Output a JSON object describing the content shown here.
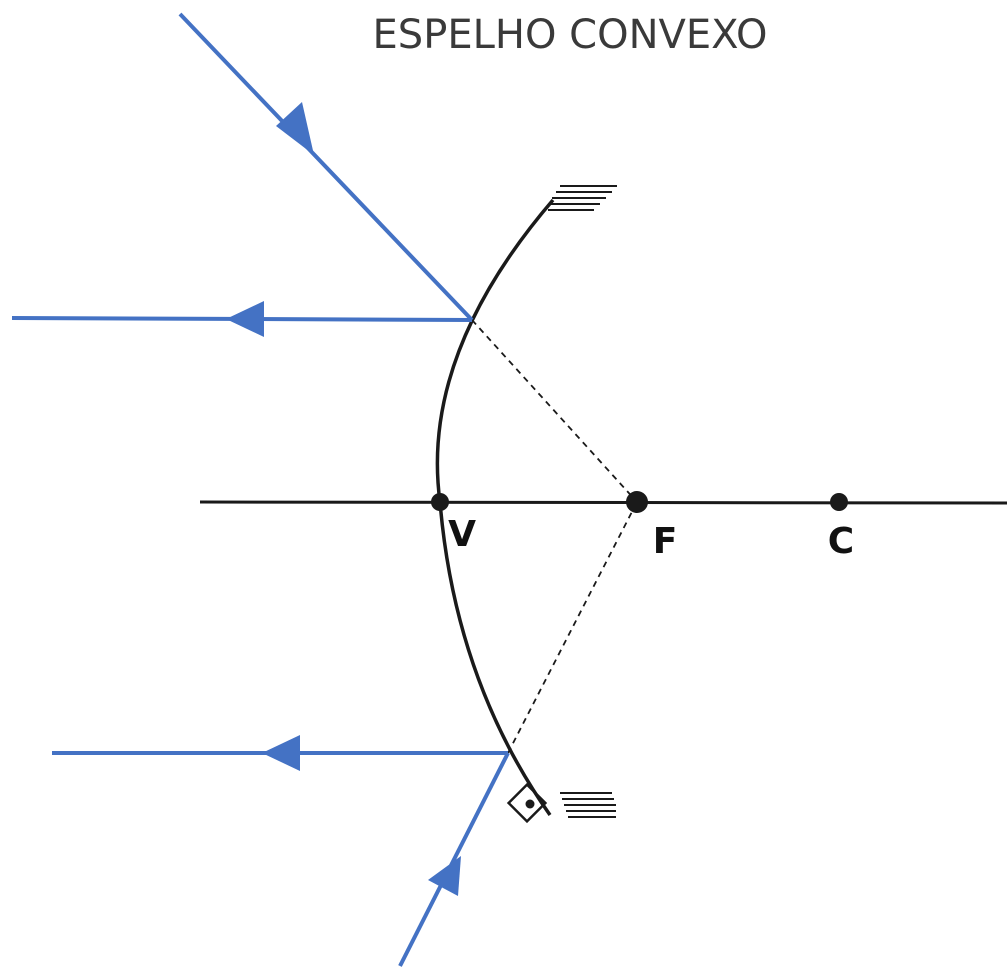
{
  "title": "ESPELHO CONVEXO",
  "points": {
    "vertex": "V",
    "focus": "F",
    "center": "C"
  },
  "colors": {
    "ray": "#4472c4",
    "line": "#1a1a1a",
    "background": "#ffffff"
  }
}
